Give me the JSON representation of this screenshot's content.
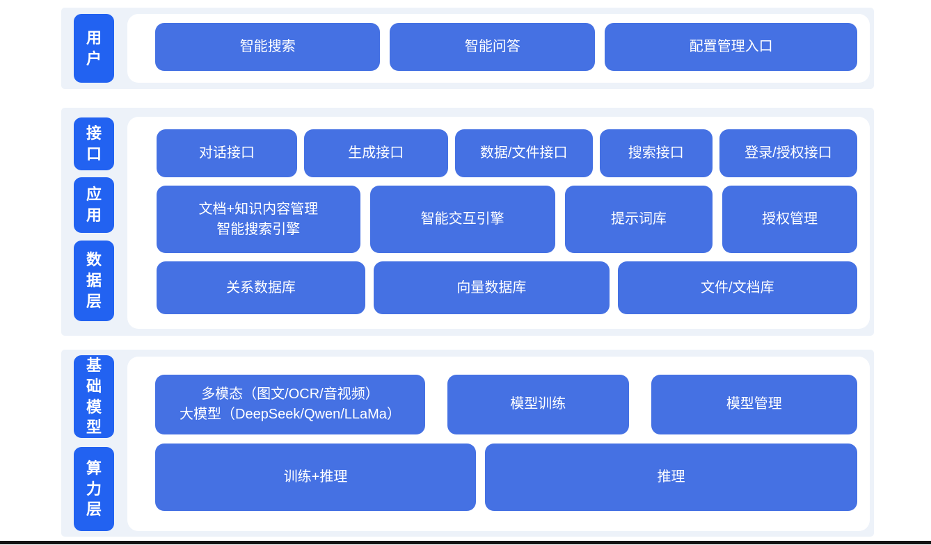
{
  "colors": {
    "section-bg": "#edf2f9",
    "panel-bg": "#ffffff",
    "block-blue": "#4571e3",
    "label-blue": "#2262f1",
    "text-on-blue": "#ffffff",
    "bottom-bar": "#141414"
  },
  "layers": {
    "user": {
      "side_label": "用户",
      "blocks": [
        "智能搜索",
        "智能问答",
        "配置管理入口"
      ]
    },
    "middle": {
      "side_labels": [
        "接口",
        "应用",
        "数据层"
      ],
      "interface_row": [
        "对话接口",
        "生成接口",
        "数据/文件接口",
        "搜索接口",
        "登录/授权接口"
      ],
      "application_row": [
        {
          "line1": "文档+知识内容管理",
          "line2": "智能搜索引擎"
        },
        {
          "line1": "智能交互引擎"
        },
        {
          "line1": "提示词库"
        },
        {
          "line1": "授权管理"
        }
      ],
      "data_row": [
        "关系数据库",
        "向量数据库",
        "文件/文档库"
      ]
    },
    "foundation": {
      "side_labels": [
        "基础模型",
        "算力层"
      ],
      "model_row": [
        {
          "line1": "多模态（图文/OCR/音视频）",
          "line2": "大模型（DeepSeek/Qwen/LLaMa）"
        },
        {
          "line1": "模型训练"
        },
        {
          "line1": "模型管理"
        }
      ],
      "compute_row": [
        "训练+推理",
        "推理"
      ]
    }
  }
}
